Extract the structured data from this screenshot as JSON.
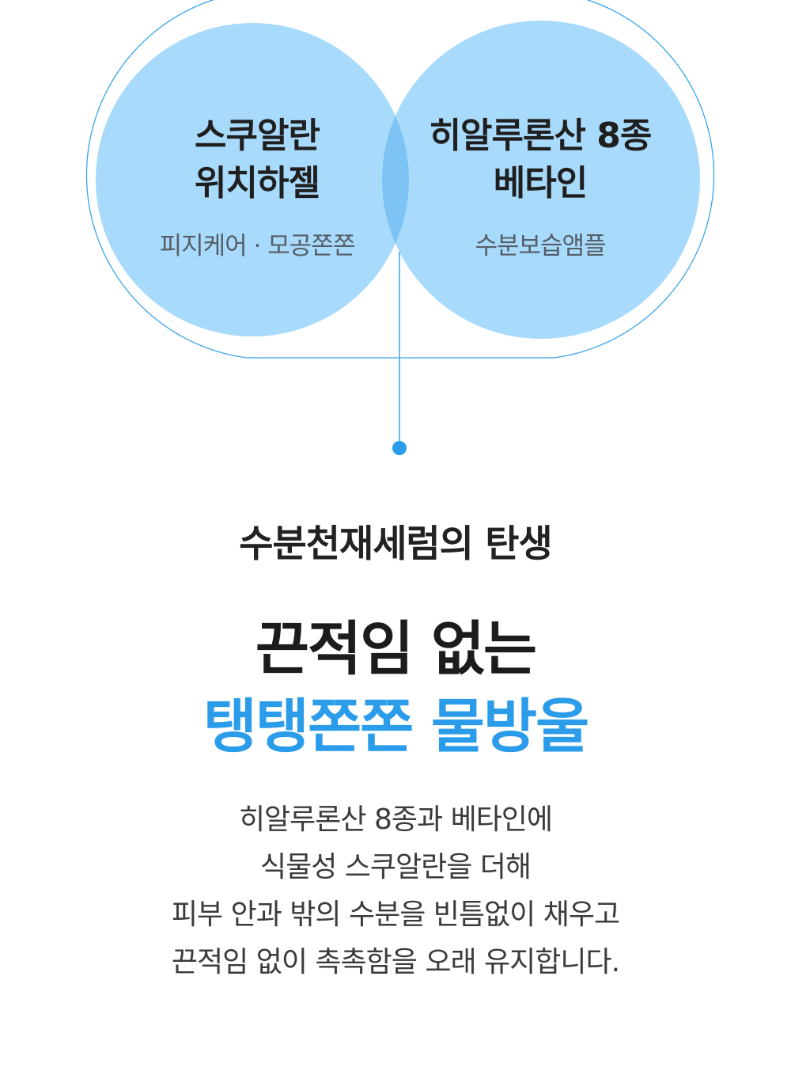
{
  "diagram": {
    "left": {
      "title_line1": "스쿠알란",
      "title_line2": "위치하젤",
      "subtitle": "피지케어 · 모공쫀쫀"
    },
    "right": {
      "title_line1": "히알루론산 8종",
      "title_line2": "베타인",
      "subtitle": "수분보습앰플"
    }
  },
  "tagline": "수분천재세럼의 탄생",
  "headline": {
    "line1": "끈적임 없는",
    "line2": "탱탱쫀쫀 물방울"
  },
  "body": {
    "line1": "히알루론산 8종과 베타인에",
    "line2": "식물성 스쿠알란을 더해",
    "line3": "피부 안과 밖의 수분을 빈틈없이 채우고",
    "line4": "끈적임 없이 촉촉함을 오래 유지합니다."
  },
  "colors": {
    "circle_fill": "#a8dafc",
    "overlap_fill": "#7dc3f3",
    "outline": "#37a5ea",
    "accent": "#2b9cea"
  }
}
